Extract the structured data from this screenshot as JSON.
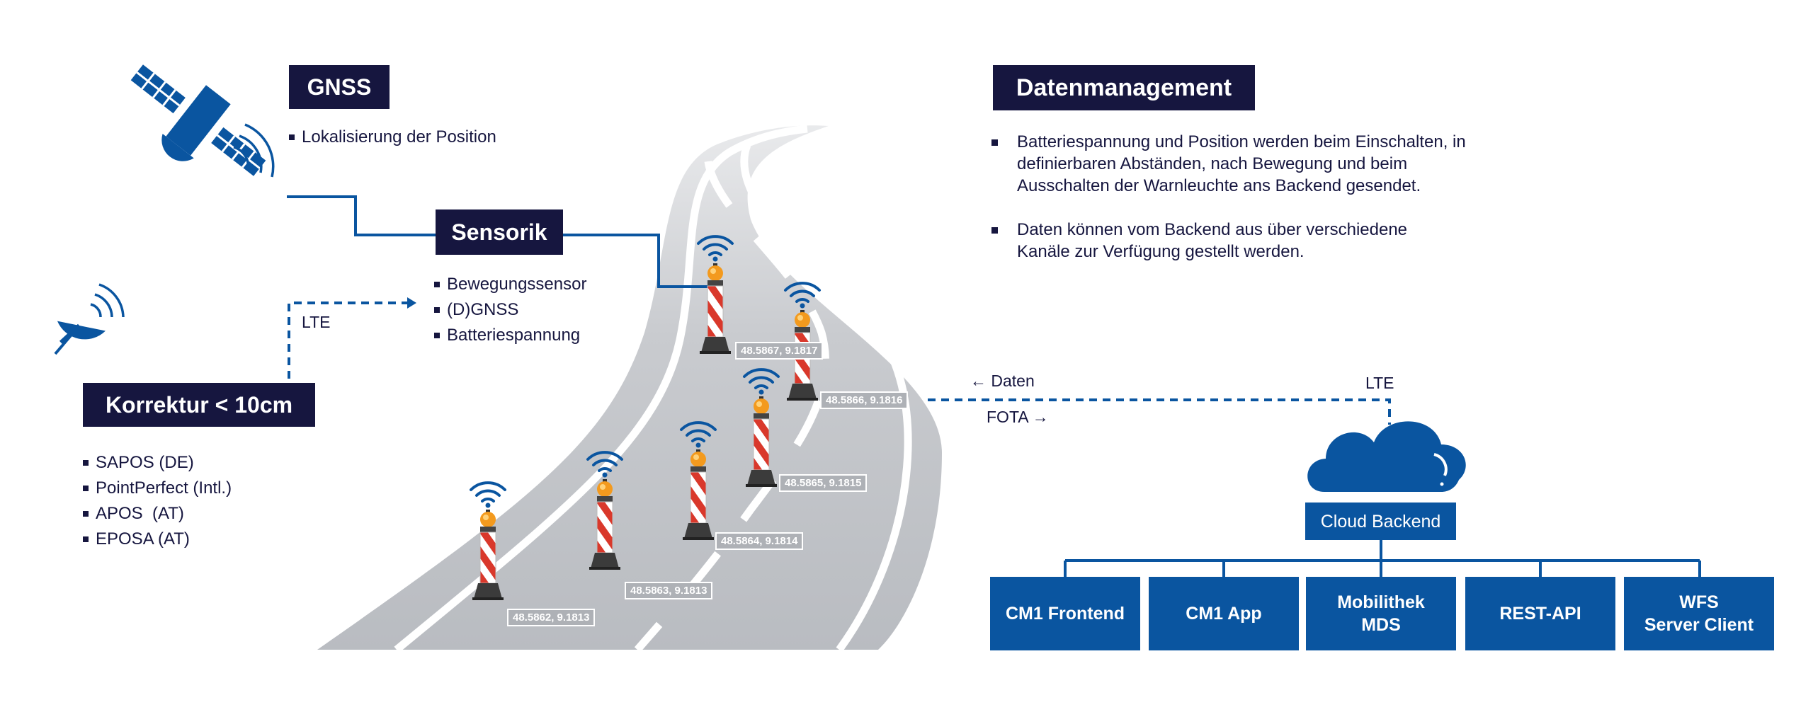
{
  "gnss": {
    "title": "GNSS",
    "items": [
      "Lokalisierung der Position"
    ]
  },
  "sensorik": {
    "title": "Sensorik",
    "items": [
      "Bewegungssensor",
      "(D)GNSS",
      "Batteriespannung"
    ]
  },
  "korrektur": {
    "title": "Korrektur < 10cm",
    "lte_label": "LTE",
    "items": [
      "SAPOS (DE)",
      "PointPerfect (Intl.)",
      "APOS  (AT)",
      "EPOSA (AT)"
    ]
  },
  "datenmanagement": {
    "title": "Datenmanagement",
    "items": [
      "Batteriespannung und Position werden beim Einschalten, in definierbaren Abständen, nach Bewegung und beim Ausschalten der Warnleuchte ans Backend gesendet.",
      "Daten können vom Backend aus über verschiedene Kanäle zur Verfügung gestellt werden."
    ]
  },
  "link": {
    "daten_label": "← Daten",
    "fota_label": "FOTA →",
    "lte_label": "LTE"
  },
  "beacons": [
    {
      "coord": "48.5862, 9.1813"
    },
    {
      "coord": "48.5863, 9.1813"
    },
    {
      "coord": "48.5864, 9.1814"
    },
    {
      "coord": "48.5865, 9.1815"
    },
    {
      "coord": "48.5866, 9.1816"
    },
    {
      "coord": "48.5867, 9.1817"
    }
  ],
  "cloud": {
    "label": "Cloud Backend"
  },
  "outputs": [
    "CM1 Frontend",
    "CM1 App",
    "Mobilithek\nMDS",
    "REST-API",
    "WFS\nServer Client"
  ],
  "colors": {
    "navy": "#16163f",
    "blue": "#0a55a0",
    "road": "#c3c6cb",
    "stripe": "#d9382b"
  },
  "icons": [
    "satellite-icon",
    "satellite-dish-icon",
    "wifi-signal-icon",
    "warning-beacon-icon",
    "cloud-icon"
  ]
}
